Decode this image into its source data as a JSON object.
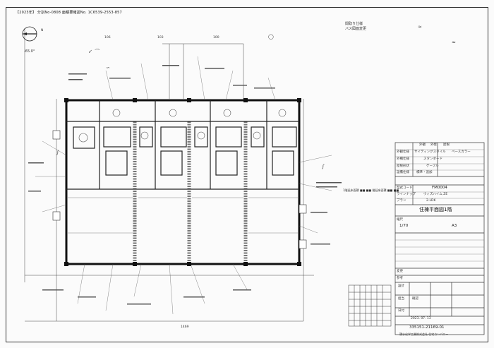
{
  "header": {
    "left_text": "【2023年】 分割No-0808 面積要確認No. 1C6539-2553-857"
  },
  "compass": {
    "bearing": "-65.0°",
    "label": "N"
  },
  "top_right_note": {
    "line1": "間取り仕様",
    "line2": "バス図面変更"
  },
  "grid_labels": {
    "top": [
      "106",
      "103",
      "100"
    ],
    "bottom_dim": "1469"
  },
  "title_block": {
    "spec_rows": [
      [
        "外観",
        "外壁",
        "屋根"
      ],
      [
        "外観仕様",
        "サイディングスタイル",
        "ベースカラー"
      ],
      [
        "外構仕様",
        "スタンダード"
      ],
      [
        "屋根形状",
        "ゲーブル"
      ],
      [
        "設備仕様",
        "標準・追加"
      ]
    ],
    "note": "1階延床面積 ■■ ■■ 階延床面積 ■■ ■■",
    "model_code_label": "型式コード",
    "model_code": "FM0004",
    "series_label": "ラインナップ",
    "series": "ウィズハイム ZE",
    "plan_label": "プラン",
    "plan": "2-LDK",
    "drawing_name": "住棟平面図1階",
    "scale_label": "縮尺",
    "scale": "1/70",
    "size": "A3",
    "revision_label": "変更",
    "reference_label": "参考",
    "bottom_rows": [
      "設計",
      "担当",
      "確認",
      "日付"
    ],
    "date": "2023. 07. 13",
    "drawing_number": "335151-21169-01",
    "company": "積水化学工業株式会社 住宅カンパニー"
  }
}
